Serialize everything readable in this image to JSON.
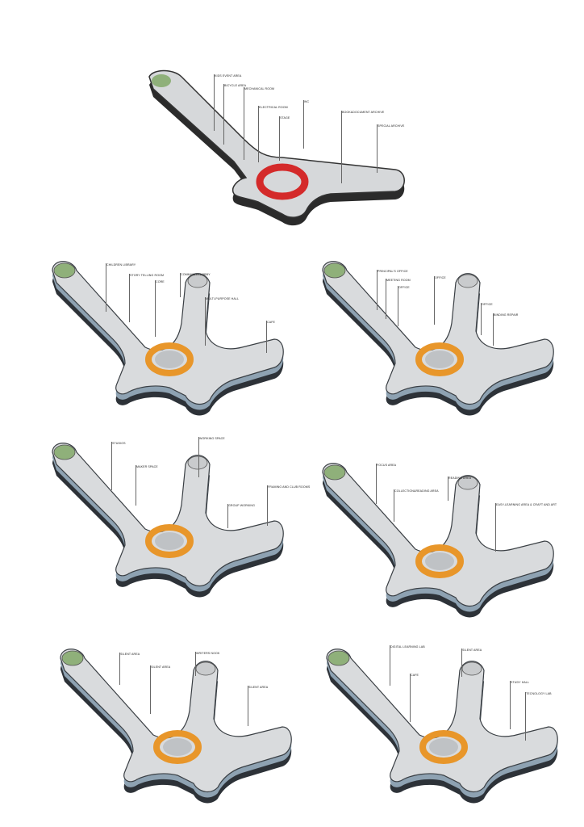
{
  "panels": [
    {
      "labels": [
        "KIDS EVENT AREA",
        "BICYCLE AREA",
        "MECHANICAL ROOM",
        "ELECTRICAL ROOM",
        "STAGE",
        "WC",
        "BOOK&DOCUMENT ARCHIVE",
        "SPECIAL ARCHIVE"
      ],
      "ring_color": "#d42a2a"
    },
    {
      "labels": [
        "CHILDREN LIBRARY",
        "STORY TELLING ROOM",
        "CORE",
        "COMMUNITY LOBBY",
        "MULTI-PURPOSE HALL",
        "CAFE"
      ],
      "ring_color": "#e8962a"
    },
    {
      "labels": [
        "PRINCIPAL'S OFFICE",
        "MEETING ROOM",
        "OFFICE",
        "OFFICE",
        "OFFICE",
        "BINDING REPAIR"
      ],
      "ring_color": "#e8962a"
    },
    {
      "labels": [
        "STUDIOS",
        "MAKER SPACE",
        "WORKING SPACE",
        "GROUP WORKING",
        "FRAMING AND CLUB ROOMS"
      ],
      "ring_color": "#e8962a"
    },
    {
      "labels": [
        "FOCUS AREA",
        "COLLECTION&READING AREA",
        "READING AREA",
        "EASY-LEARNING AREA & CRAFT AND ART"
      ],
      "ring_color": "#e8962a"
    },
    {
      "labels": [
        "SILENT AREA",
        "SILENT AREA",
        "WRITERS NOOK",
        "SILENT AREA"
      ],
      "ring_color": "#e8962a"
    },
    {
      "labels": [
        "DIGITAL LEARNING LAB",
        "CAFE",
        "SILENT AREA",
        "STUDY HALL",
        "TECNOLOGY LAB"
      ],
      "ring_color": "#e8962a"
    }
  ]
}
